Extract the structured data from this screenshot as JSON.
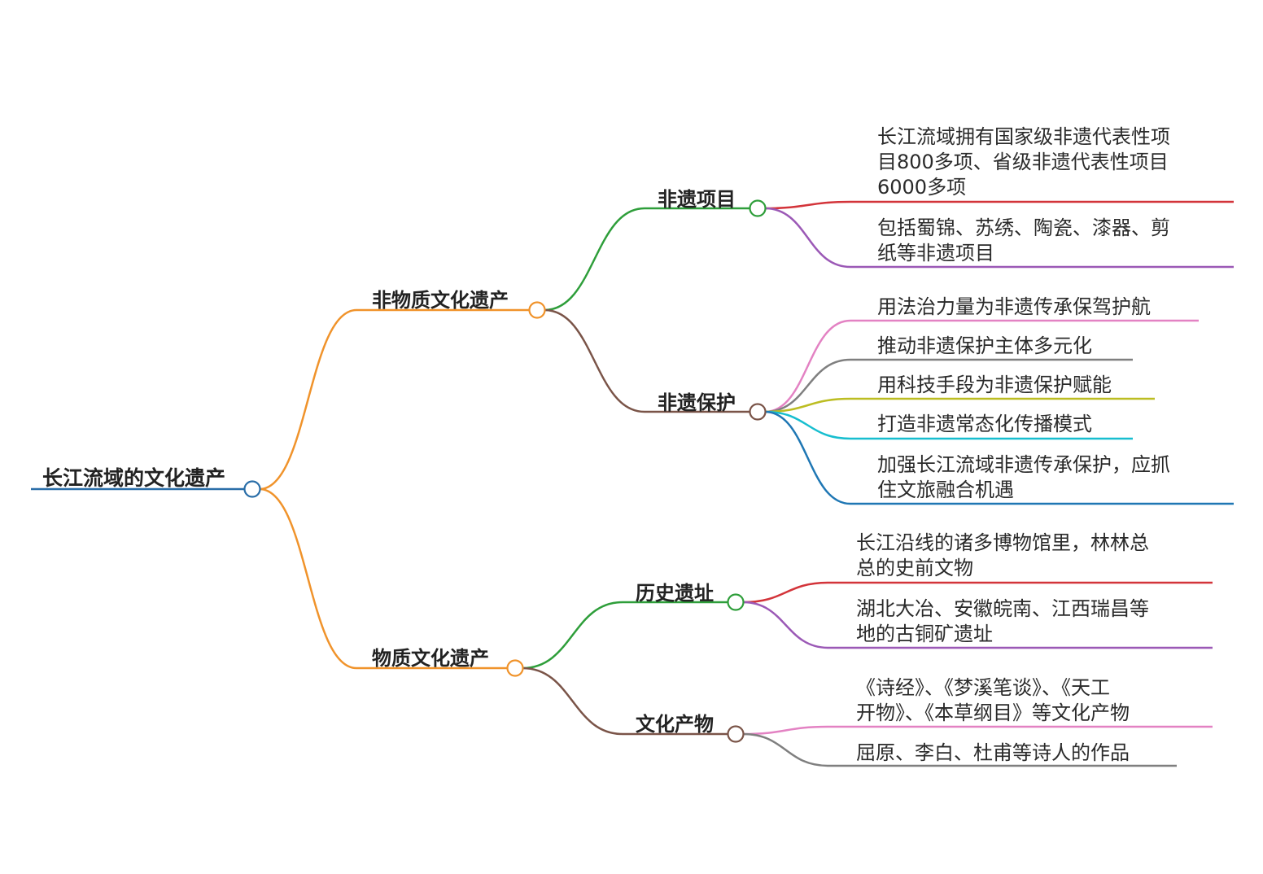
{
  "root": {
    "label": "长江流域的文化遗产",
    "color": "#2a6ea8"
  },
  "branches": [
    {
      "id": "intangible",
      "label": "非物质文化遗产",
      "color": "#f0932b",
      "children": [
        {
          "id": "projects",
          "label": "非遗项目",
          "color": "#2e9e3a",
          "leaves": [
            {
              "text": "长江流域拥有国家级非遗代表性项\n目800多项、省级非遗代表性项目\n6000多项",
              "color": "#d3343a"
            },
            {
              "text": "包括蜀锦、苏绣、陶瓷、漆器、剪\n纸等非遗项目",
              "color": "#9b59b6"
            }
          ]
        },
        {
          "id": "protection",
          "label": "非遗保护",
          "color": "#7a5448",
          "leaves": [
            {
              "text": "用法治力量为非遗传承保驾护航",
              "color": "#e382c3"
            },
            {
              "text": "推动非遗保护主体多元化",
              "color": "#7f7f7f"
            },
            {
              "text": "用科技手段为非遗保护赋能",
              "color": "#bcbd22"
            },
            {
              "text": "打造非遗常态化传播模式",
              "color": "#17becf"
            },
            {
              "text": "加强长江流域非遗传承保护，应抓\n住文旅融合机遇",
              "color": "#1f77b4"
            }
          ]
        }
      ]
    },
    {
      "id": "tangible",
      "label": "物质文化遗产",
      "color": "#f0932b",
      "children": [
        {
          "id": "sites",
          "label": "历史遗址",
          "color": "#2e9e3a",
          "leaves": [
            {
              "text": "长江沿线的诸多博物馆里，林林总\n总的史前文物",
              "color": "#d3343a"
            },
            {
              "text": "湖北大冶、安徽皖南、江西瑞昌等\n地的古铜矿遗址",
              "color": "#9b59b6"
            }
          ]
        },
        {
          "id": "products",
          "label": "文化产物",
          "color": "#7a5448",
          "leaves": [
            {
              "text": "《诗经》、《梦溪笔谈》、《天工\n开物》、《本草纲目》等文化产物",
              "color": "#e382c3"
            },
            {
              "text": "屈原、李白、杜甫等诗人的作品",
              "color": "#7f7f7f"
            }
          ]
        }
      ]
    }
  ]
}
